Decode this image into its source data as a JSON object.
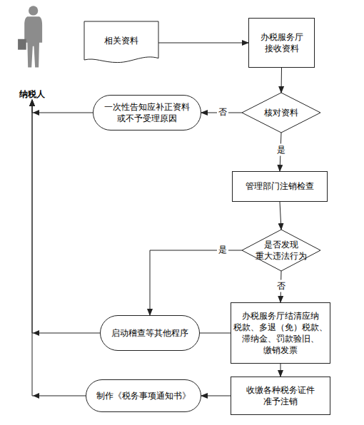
{
  "diagram": {
    "nodes": [
      {
        "text": [
          "纳税人"
        ]
      },
      {
        "text": [
          "相关资料"
        ]
      },
      {
        "text": [
          "办税服务厅 接收资料"
        ]
      },
      {
        "text": [
          "核对资料"
        ]
      },
      {
        "text": [
          "一次性告知应补正资料 或不予受理原因"
        ]
      },
      {
        "text": [
          "管理部门注销检查"
        ]
      },
      {
        "text": [
          "是否发现 重大违法行为"
        ]
      },
      {
        "text": [
          "启动稽查等其他程序"
        ]
      },
      {
        "text": [
          "办税服务厅结清应纳 税款、多退（免）税款、 滞纳金、罚款验旧、 缴销发票"
        ]
      },
      {
        "text": [
          "收缴各种税务证件 准予注销"
        ]
      },
      {
        "text": [
          "制作《税务事项通知书》"
        ]
      }
    ],
    "edges": [
      {
        "from": 1,
        "to": 2,
        "arrow": "to"
      },
      {
        "from": 2,
        "to": 3,
        "arrow": "to"
      },
      {
        "from": 3,
        "to": 4,
        "label": "否",
        "arrow": "to"
      },
      {
        "from": 4,
        "to": 0,
        "arrow": "to"
      },
      {
        "from": 3,
        "to": 5,
        "label": "是",
        "arrow": "to"
      },
      {
        "from": 5,
        "to": 6,
        "arrow": "to"
      },
      {
        "from": 6,
        "to": 7,
        "label": "是",
        "arrow": "to"
      },
      {
        "from": 6,
        "to": 8,
        "label": "否",
        "arrow": "to"
      },
      {
        "from": 8,
        "to": 9,
        "arrow": "to"
      },
      {
        "from": 9,
        "to": 10,
        "arrow": "to"
      },
      {
        "from": 10,
        "to": 0,
        "arrow": "to"
      },
      {
        "from": 7,
        "to": 0,
        "arrow": "to"
      },
      {
        "from": 7,
        "to": 8,
        "arrow": "none"
      }
    ]
  }
}
